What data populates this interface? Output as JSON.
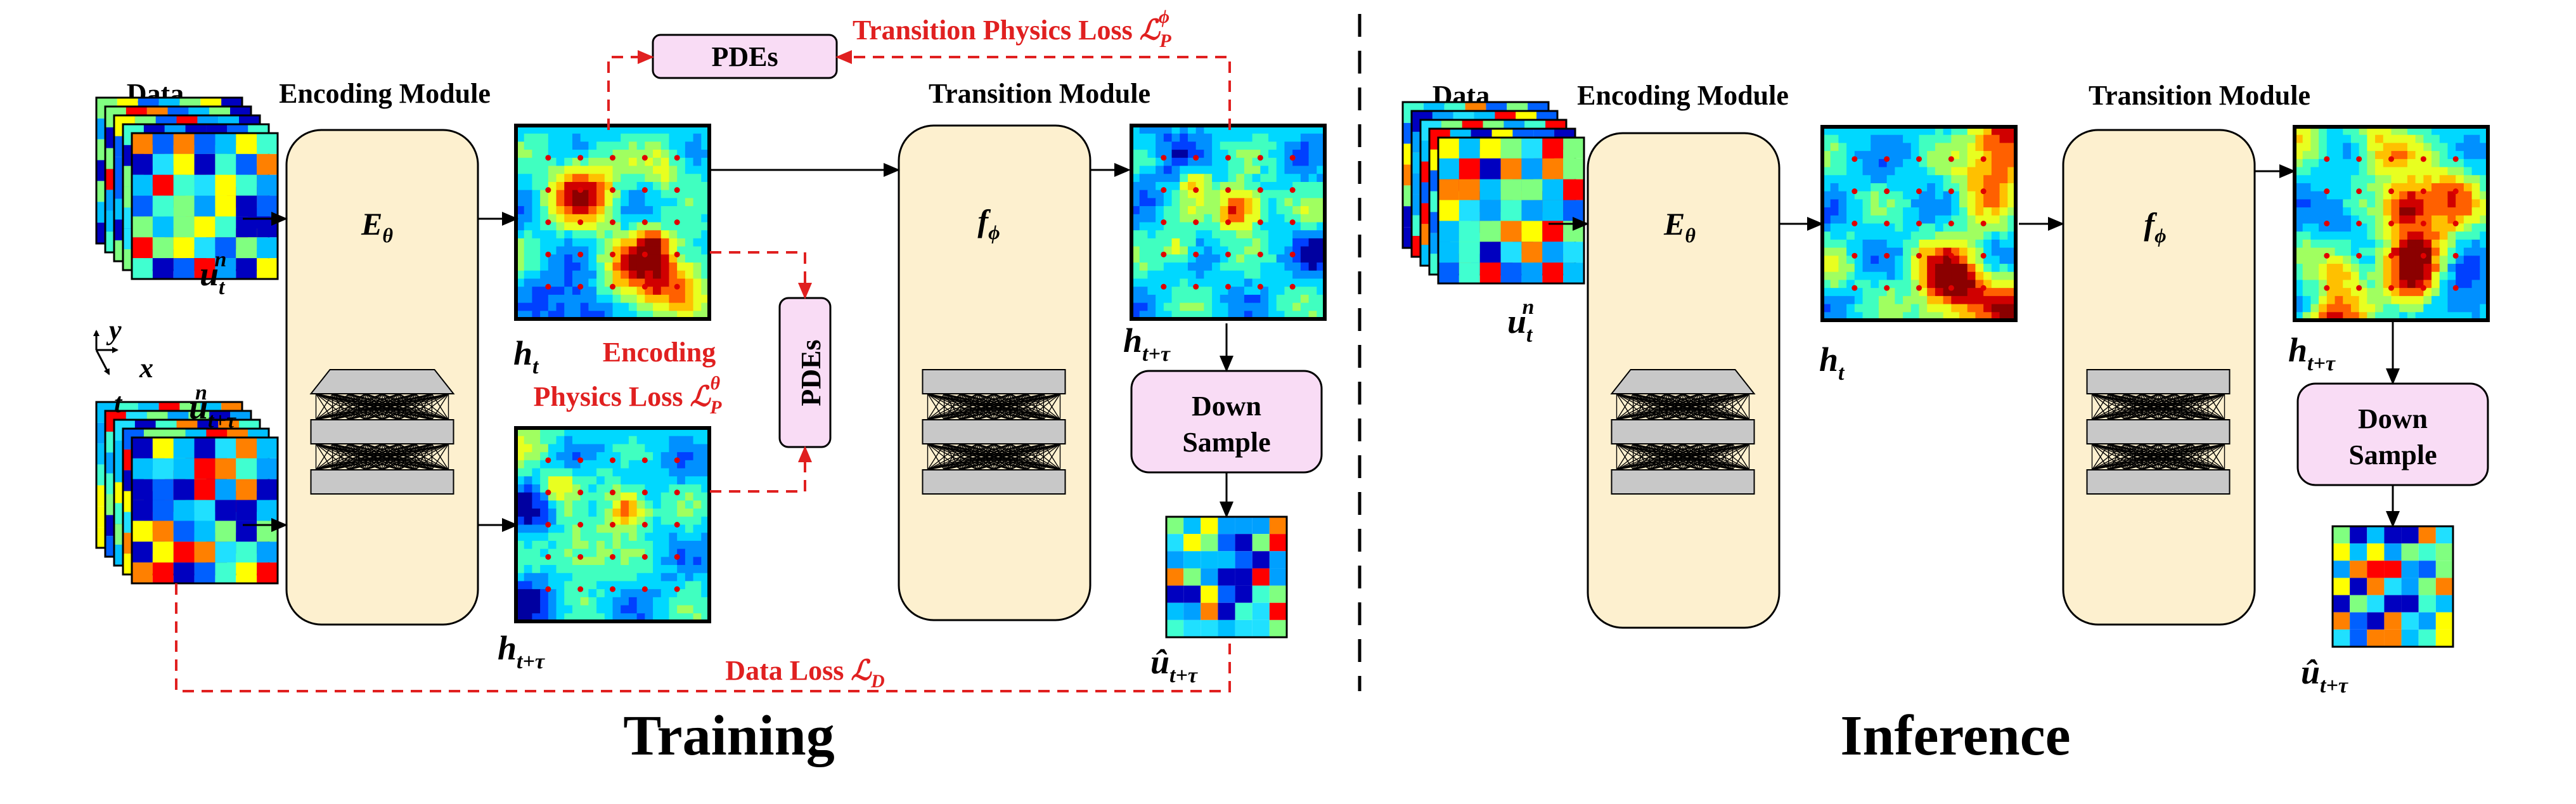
{
  "training": {
    "section_title": "Training",
    "data_heading": "Data",
    "encoding_heading": "Encoding Module",
    "transition_heading": "Transition Module",
    "encoder_symbol": "E",
    "encoder_sub": "θ",
    "transition_symbol": "f",
    "transition_sub": "ϕ",
    "pdes_top": "PDEs",
    "pdes_side": "PDEs",
    "down_sample_line1": "Down",
    "down_sample_line2": "Sample",
    "transition_loss_text": "Transition Physics Loss ",
    "transition_loss_sym": "ℒ",
    "transition_loss_sub": "P",
    "transition_loss_sup": "ϕ",
    "encoding_loss_line1": "Encoding",
    "encoding_loss_line2": "Physics Loss ",
    "encoding_loss_sym": "ℒ",
    "encoding_loss_sub": "P",
    "encoding_loss_sup": "θ",
    "data_loss_text": "Data Loss ",
    "data_loss_sym": "ℒ",
    "data_loss_sub": "D",
    "u_t": "u",
    "u_t_sub": "t",
    "u_t_sup": "n",
    "u_ttau": "u",
    "u_ttau_sub": "t+τ",
    "u_ttau_sup": "n",
    "h_t": "h",
    "h_t_sub": "t",
    "h_ttau_left": "h",
    "h_ttau_left_sub": "t+τ",
    "h_ttau_right": "h",
    "h_ttau_right_sub": "t+τ",
    "u_hat": "û",
    "u_hat_sub": "t+τ",
    "axis_y": "y",
    "axis_x": "x",
    "axis_t": "t"
  },
  "inference": {
    "section_title": "Inference",
    "data_heading": "Data",
    "encoding_heading": "Encoding Module",
    "transition_heading": "Transition Module",
    "encoder_symbol": "E",
    "encoder_sub": "θ",
    "transition_symbol": "f",
    "transition_sub": "ϕ",
    "down_sample_line1": "Down",
    "down_sample_line2": "Sample",
    "u_t": "u",
    "u_t_sub": "t",
    "u_t_sup": "n",
    "h_t": "h",
    "h_t_sub": "t",
    "h_ttau": "h",
    "h_ttau_sub": "t+τ",
    "u_hat": "û",
    "u_hat_sub": "t+τ"
  },
  "colors": {
    "module_fill": "#fdf0cf",
    "pdes_fill": "#f9dcf5",
    "loss_red": "#e02020",
    "nn_gray": "#c8c8c8"
  }
}
